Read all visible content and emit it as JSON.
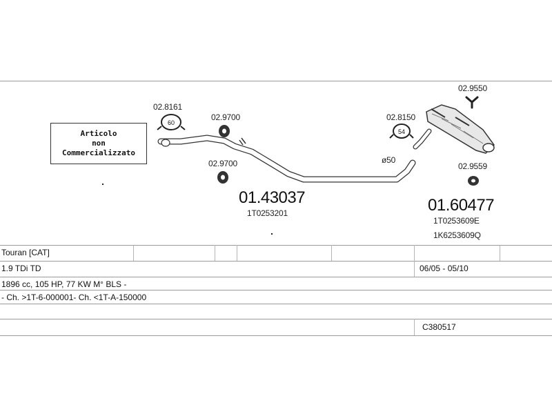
{
  "notice": {
    "line1": "Articolo",
    "line2": "non",
    "line3": "Commercializzato"
  },
  "parts": {
    "clamp_front": "02.8161",
    "clamp_front_size": "60",
    "mount_upper": "02.9700",
    "mount_lower": "02.9700",
    "clamp_rear": "02.8150",
    "clamp_rear_size": "54",
    "hanger_top": "02.9550",
    "mount_rear": "02.9559",
    "diameter": "ø50"
  },
  "middle_pipe": {
    "code": "01.43037",
    "oem": "1T0253201"
  },
  "rear_silencer": {
    "code": "01.60477",
    "oem1": "1T0253609E",
    "oem2": "1K6253609Q"
  },
  "vehicle": {
    "model": "Touran  [CAT]",
    "engine": "1.9 TDi TD",
    "years": "06/05 - 05/10",
    "specs": "1896 cc, 105 HP, 77 KW M° BLS -",
    "chassis": "- Ch. >1T-6-000001- Ch. <1T-A-150000",
    "catalog": "C380517"
  }
}
